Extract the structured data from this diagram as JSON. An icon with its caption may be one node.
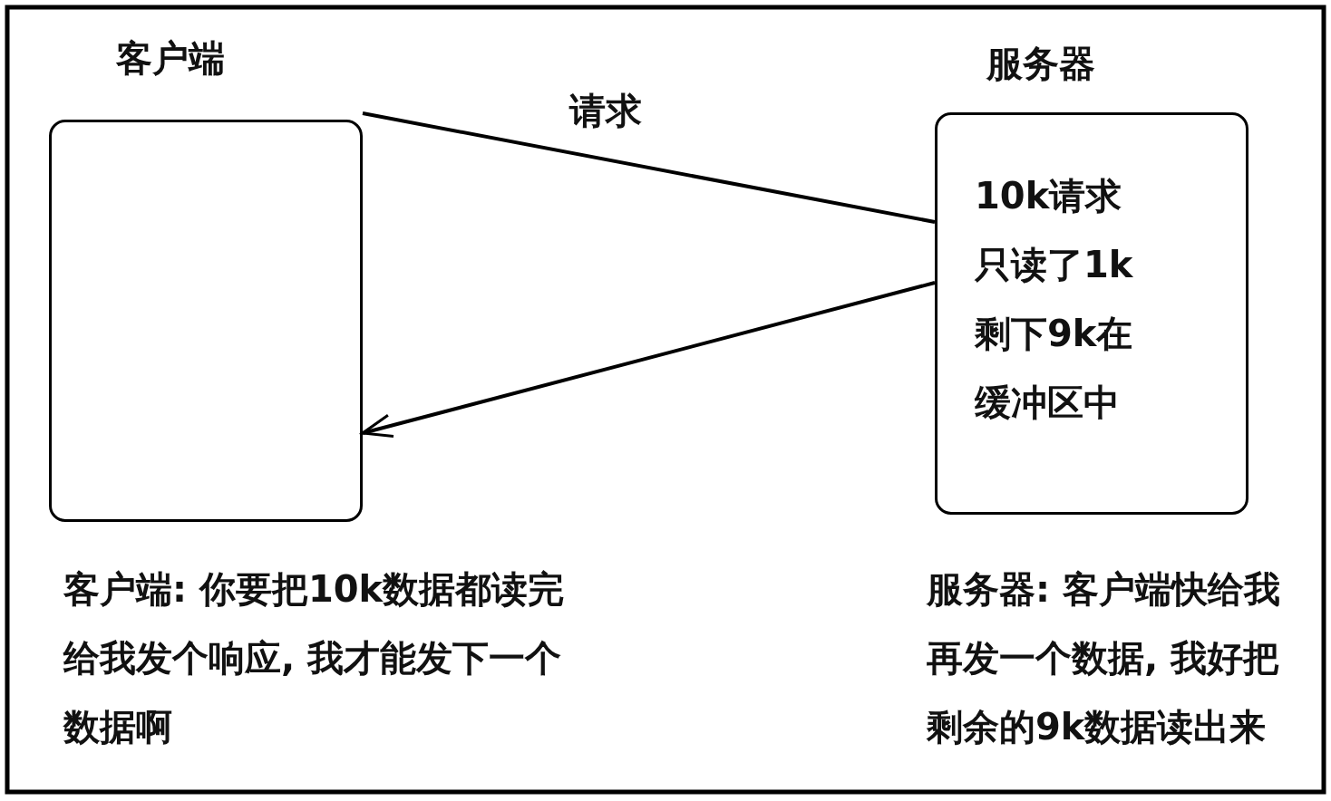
{
  "diagram": {
    "nodes": [
      {
        "text": [
          "客户端"
        ]
      },
      {
        "text": [
          "服务器",
          "10k请求只读了1k剩下9k在缓冲区中"
        ]
      }
    ],
    "edges": [
      {
        "from": 0,
        "to": 1,
        "arrow": "none",
        "label": "请求"
      },
      {
        "from": 1,
        "to": 0,
        "arrow": "to"
      }
    ],
    "labels": [
      "客户端: 你要把10k数据都读完给我发个响应, 我才能发下一个数据啊",
      "服务器: 客户端快给我再发一个数据, 我好把剩余的9k数据读出来"
    ]
  }
}
